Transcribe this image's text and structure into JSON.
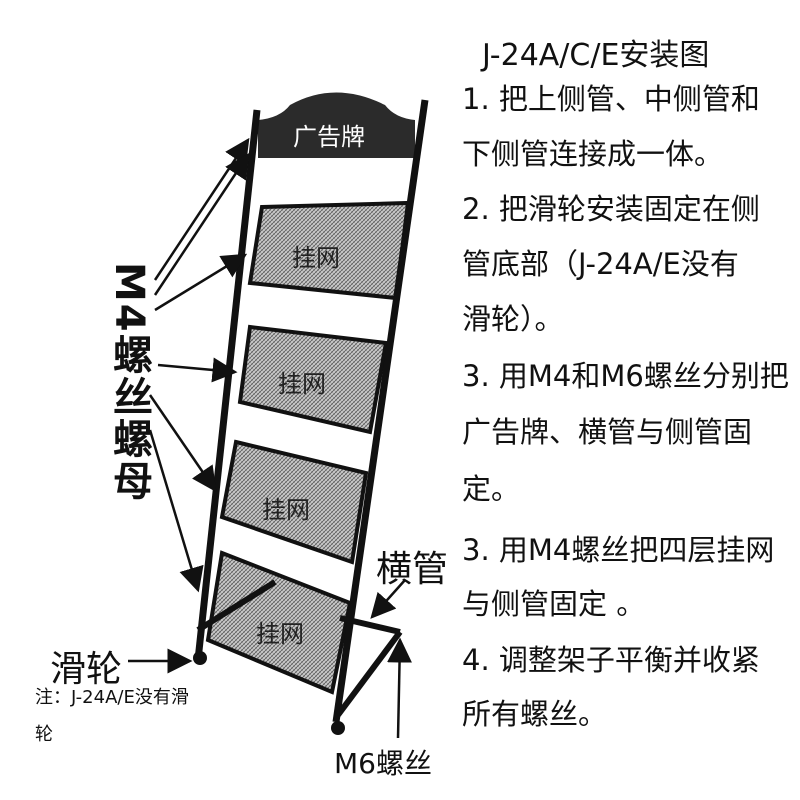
{
  "title": "J-24A/C/E安装图",
  "steps": [
    "1. 把上侧管、中侧管和",
    "下侧管连接成一体。",
    "2. 把滑轮安装固定在侧",
    "管底部（J-24A/E没有",
    "滑轮）。",
    "3. 用M4和M6螺丝分别把",
    "广告牌、横管与侧管固",
    "定。",
    "3. 用M4螺丝把四层挂网",
    "与侧管固定 。",
    "4. 调整架子平衡并收紧",
    "所有螺丝。"
  ],
  "diagram": {
    "sign_label": "广告牌",
    "net_label": "挂网",
    "m4_label": "M4螺丝螺母",
    "crossbar_label": "横管",
    "wheel_label": "滑轮",
    "m6_label": "M6螺丝",
    "note_line1": "注：J-24A/E没有滑",
    "note_line2": "轮"
  }
}
